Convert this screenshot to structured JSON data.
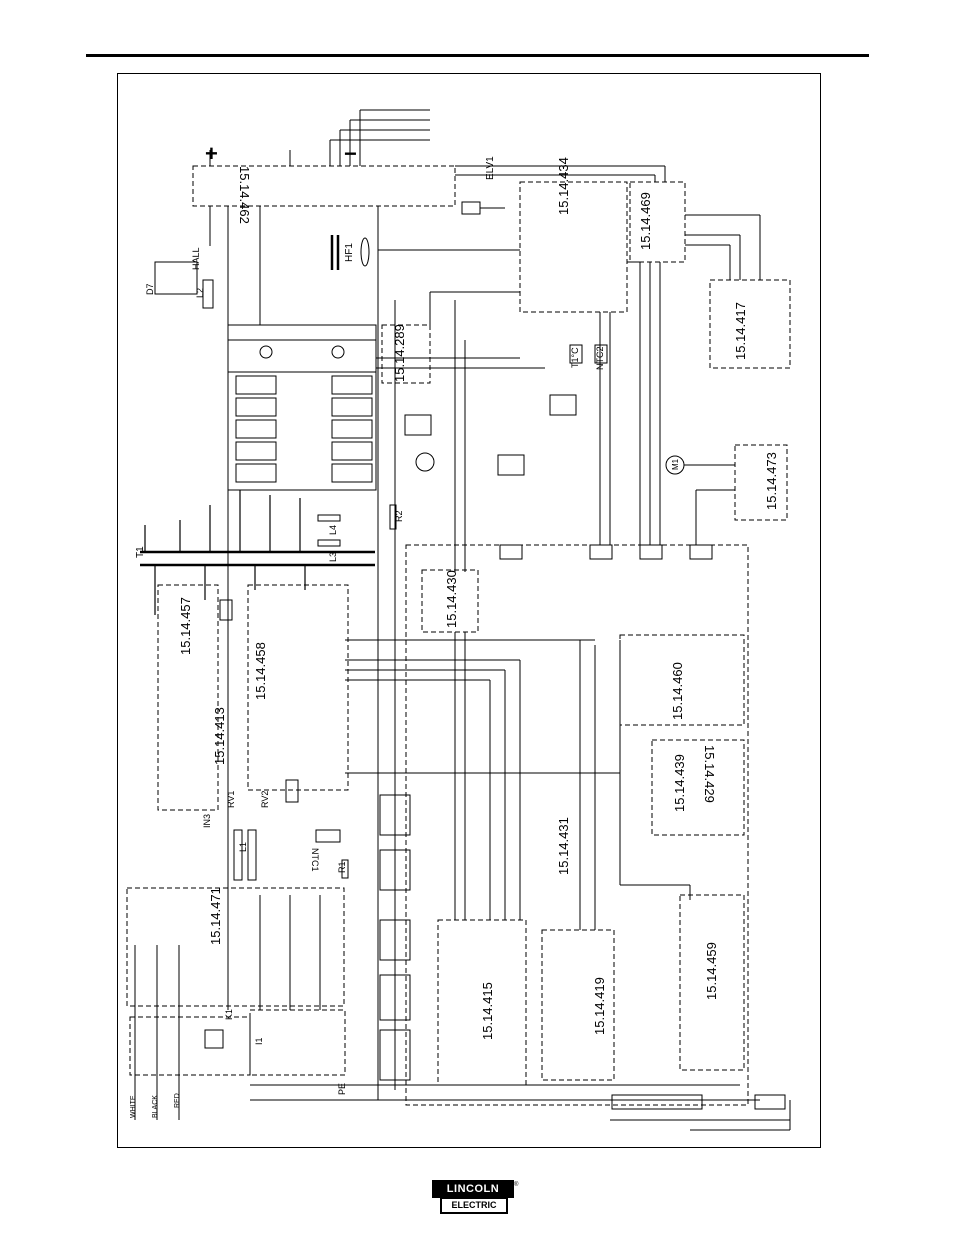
{
  "boards": [
    {
      "id": "b462",
      "label": "15.14.462"
    },
    {
      "id": "b434",
      "label": "15.14.434"
    },
    {
      "id": "b469",
      "label": "15.14.469"
    },
    {
      "id": "b417",
      "label": "15.14.417"
    },
    {
      "id": "b289",
      "label": "15.14.289"
    },
    {
      "id": "b473",
      "label": "15.14.473"
    },
    {
      "id": "b430",
      "label": "15.14.430"
    },
    {
      "id": "b457",
      "label": "15.14.457"
    },
    {
      "id": "b458",
      "label": "15.14.458"
    },
    {
      "id": "b413",
      "label": "15.14.413"
    },
    {
      "id": "b460",
      "label": "15.14.460"
    },
    {
      "id": "b429",
      "label": "15.14.429"
    },
    {
      "id": "b439",
      "label": "15.14.439"
    },
    {
      "id": "b431",
      "label": "15.14.431"
    },
    {
      "id": "b471",
      "label": "15.14.471"
    },
    {
      "id": "b415",
      "label": "15.14.415"
    },
    {
      "id": "b419",
      "label": "15.14.419"
    },
    {
      "id": "b459",
      "label": "15.14.459"
    }
  ],
  "components": {
    "plus": "+",
    "minus": "−",
    "elv1": "ELV1",
    "hf1": "HF1",
    "hall": "HALL",
    "d7": "D7",
    "l2": "L2",
    "t1": "T1",
    "l1": "L1",
    "l3": "L3",
    "l4": "L4",
    "r1": "R1",
    "r2": "R2",
    "k1": "K1",
    "ntc1": "NTC1",
    "ntc2": "NTC2",
    "t1c": "T1°C",
    "m1": "M1",
    "in3": "IN3",
    "rv1": "RV1",
    "rv2": "RV2",
    "i1": "I1",
    "pe": "PE"
  },
  "wire_labels": {
    "white": "WHITE",
    "black": "BLACK",
    "red": "RED"
  },
  "footer": {
    "logo_top": "LINCOLN",
    "logo_bottom": "ELECTRIC",
    "logo_mark": "®"
  }
}
